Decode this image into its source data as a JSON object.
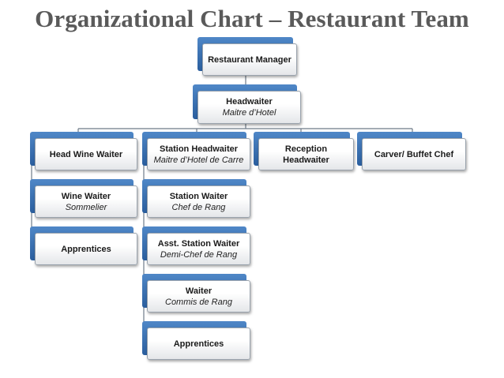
{
  "title": "Organizational Chart – Restaurant Team",
  "nodes": {
    "restaurant_manager": {
      "title": "Restaurant Manager",
      "subtitle": ""
    },
    "headwaiter": {
      "title": "Headwaiter",
      "subtitle": "Maitre d’Hotel"
    },
    "head_wine_waiter": {
      "title": "Head Wine Waiter",
      "subtitle": ""
    },
    "station_headwaiter": {
      "title": "Station Headwaiter",
      "subtitle": "Maitre d’Hotel de Carre"
    },
    "reception_headwaiter": {
      "title": "Reception Headwaiter",
      "subtitle": ""
    },
    "carver_buffet_chef": {
      "title": "Carver/ Buffet Chef",
      "subtitle": ""
    },
    "wine_waiter": {
      "title": "Wine Waiter",
      "subtitle": "Sommelier"
    },
    "apprentices_wine": {
      "title": "Apprentices",
      "subtitle": ""
    },
    "station_waiter": {
      "title": "Station Waiter",
      "subtitle": "Chef de Rang"
    },
    "asst_station_waiter": {
      "title": "Asst. Station Waiter",
      "subtitle": "Demi-Chef de Rang"
    },
    "waiter": {
      "title": "Waiter",
      "subtitle": "Commis de Rang"
    },
    "apprentices_station": {
      "title": "Apprentices",
      "subtitle": ""
    }
  },
  "colors": {
    "accent": "#2a5e9e",
    "title": "#5a5a5a",
    "connector": "#6d7a88"
  }
}
